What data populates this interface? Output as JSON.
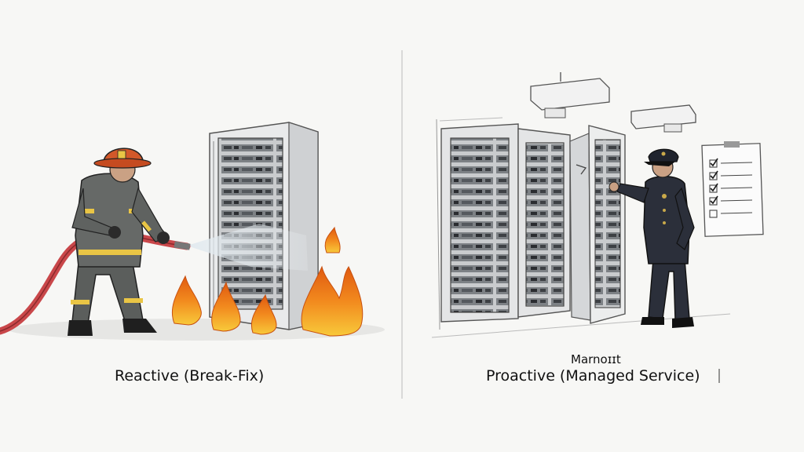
{
  "left_panel": {
    "caption": "Reactive (Break-Fix)"
  },
  "right_panel": {
    "caption_top": "Marnoɪɪt",
    "caption": "Proactive (Managed Service)"
  },
  "colors": {
    "background": "#f7f7f5",
    "fire_orange": "#f28a1e",
    "fire_yellow": "#f8c93a",
    "hose_red": "#c9474a",
    "turnout_gear": "#5b5e5c",
    "reflective_stripe": "#e9c545",
    "officer_uniform": "#2b2f3a",
    "rack_metal": "#d9dadb",
    "sketch_ink": "#3a3a3a"
  },
  "icons": [
    "fire-icon",
    "water-spray-icon",
    "hose-icon",
    "checklist-icon",
    "projector-icon"
  ]
}
